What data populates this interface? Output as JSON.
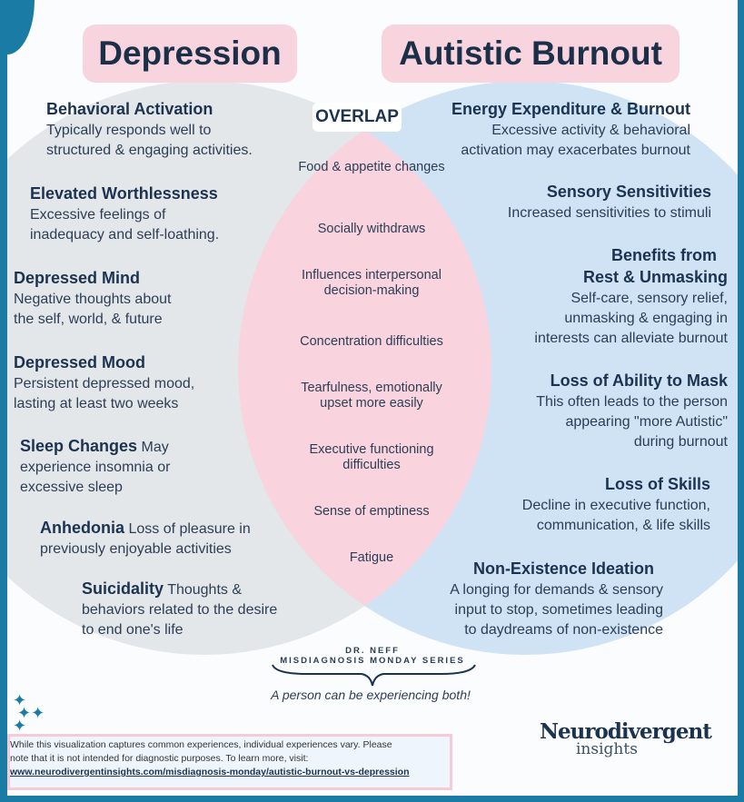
{
  "titles": {
    "left": "Depression",
    "right": "Autistic Burnout",
    "overlap": "OVERLAP"
  },
  "depression": [
    {
      "title": "Behavioral Activation",
      "line1": "Typically responds well to",
      "line2": "structured & engaging activities."
    },
    {
      "title": "Elevated Worthlessness",
      "line1": "Excessive feelings of",
      "line2": "inadequacy and self-loathing."
    },
    {
      "title": "Depressed Mind",
      "line1": "Negative thoughts about",
      "line2": "the self, world, & future"
    },
    {
      "title": "Depressed Mood",
      "line1": "Persistent depressed mood,",
      "line2": "lasting at least two weeks"
    },
    {
      "title": "Sleep Changes",
      "line1": " May",
      "line2": "experience insomnia or",
      "line3": "excessive sleep"
    },
    {
      "title": "Anhedonia",
      "line1": " Loss of pleasure in",
      "line2": "previously enjoyable activities"
    },
    {
      "title": "Suicidality",
      "line1": " Thoughts &",
      "line2": "behaviors related to the desire",
      "line3": "to end one's life"
    }
  ],
  "overlap": [
    "Food & appetite changes",
    "Socially withdraws",
    "Influences interpersonal decision-making",
    "Concentration difficulties",
    "Tearfulness, emotionally upset more easily",
    "Executive functioning difficulties",
    "Sense of emptiness",
    "Fatigue"
  ],
  "burnout": [
    {
      "title": "Energy Expenditure & Burnout",
      "line1": "Excessive activity & behavioral",
      "line2": "activation may exacerbates burnout"
    },
    {
      "title": "Sensory Sensitivities",
      "line1": "Increased sensitivities to stimuli"
    },
    {
      "title": "Benefits from",
      "title2": "Rest & Unmasking",
      "line1": "Self-care, sensory relief,",
      "line2": "unmasking & engaging in",
      "line3": "interests can alleviate burnout"
    },
    {
      "title": "Loss of Ability to Mask",
      "line1": "This often leads to the person",
      "line2": "appearing \"more Autistic\"",
      "line3": "during burnout"
    },
    {
      "title": "Loss of Skills",
      "line1": "Decline in executive function,",
      "line2": "communication, & life skills"
    },
    {
      "title": "Non-Existence Ideation",
      "line1": "A longing for demands & sensory",
      "line2": "input to stop, sometimes leading",
      "line3": "to daydreams of non-existence"
    }
  ],
  "footer": {
    "author": "DR. NEFF",
    "series": "MISDIAGNOSIS MONDAY SERIES",
    "both": "A person can be experiencing both!",
    "disclaimer1": "While this visualization captures common experiences, individual experiences vary. Please",
    "disclaimer2": "note that it is not intended for diagnostic purposes. To learn more, visit:",
    "link": "www.neurodivergentinsights.com/misdiagnosis-monday/autistic-burnout-vs-depression",
    "logo1": "Neurodivergent",
    "logo2": "insights"
  },
  "colors": {
    "frame": "#1a7ca5",
    "depression": "#e4e7ea",
    "burnout": "#cfe3f5",
    "overlap": "#f9d4de",
    "text": "#1c3350"
  }
}
